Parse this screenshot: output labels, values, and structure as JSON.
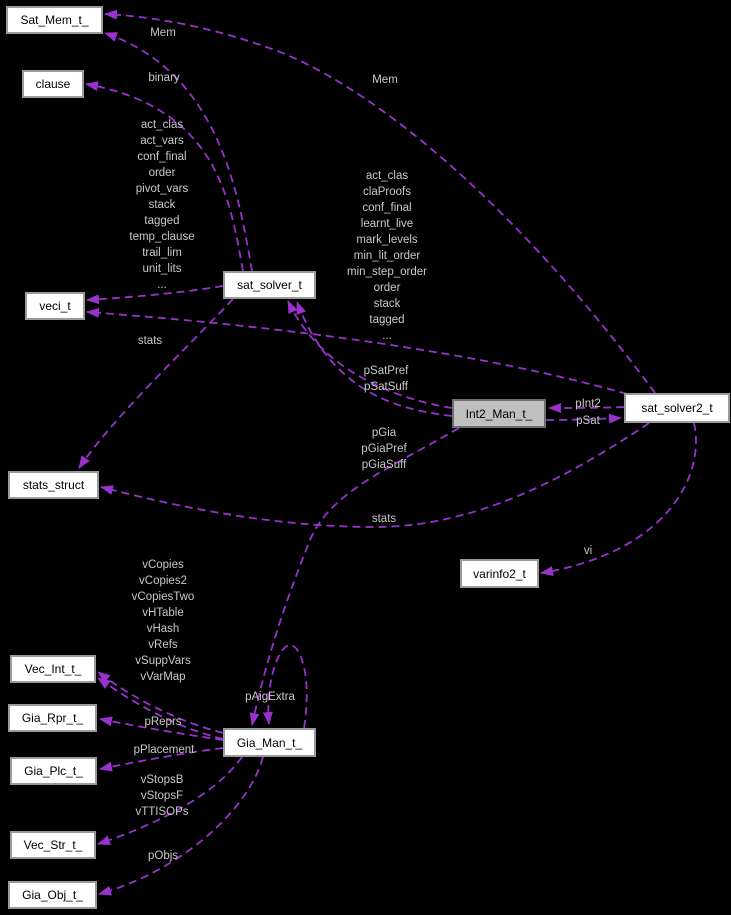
{
  "diagram": {
    "nodes": {
      "sat_mem": {
        "label": "Sat_Mem_t_"
      },
      "clause": {
        "label": "clause"
      },
      "veci": {
        "label": "veci_t"
      },
      "sat_solver": {
        "label": "sat_solver_t"
      },
      "stats_struct": {
        "label": "stats_struct"
      },
      "int2_man": {
        "label": "Int2_Man_t_"
      },
      "sat_solver2": {
        "label": "sat_solver2_t"
      },
      "varinfo2": {
        "label": "varinfo2_t"
      },
      "vec_int": {
        "label": "Vec_Int_t_"
      },
      "gia_rpr": {
        "label": "Gia_Rpr_t_"
      },
      "gia_plc": {
        "label": "Gia_Plc_t_"
      },
      "gia_man": {
        "label": "Gia_Man_t_"
      },
      "vec_str": {
        "label": "Vec_Str_t_"
      },
      "gia_obj": {
        "label": "Gia_Obj_t_"
      }
    },
    "edge_labels": {
      "mem_solver1": {
        "text": "Mem"
      },
      "binary": {
        "text": "binary"
      },
      "solver1_veci": {
        "text": "act_clas\nact_vars\nconf_final\norder\npivot_vars\nstack\ntagged\ntemp_clause\ntrail_lim\nunit_lits\n..."
      },
      "mem_solver2": {
        "text": "Mem"
      },
      "solver2_veci": {
        "text": "act_clas\nclaProofs\nconf_final\nlearnt_live\nmark_levels\nmin_lit_order\nmin_step_order\norder\nstack\ntagged\n..."
      },
      "stats_solver1": {
        "text": "stats"
      },
      "stats_solver2": {
        "text": "stats"
      },
      "psatprefsuff": {
        "text": "pSatPref\npSatSuff"
      },
      "pint2": {
        "text": "pInt2"
      },
      "psat": {
        "text": "pSat"
      },
      "pgia": {
        "text": "pGia\npGiaPref\npGiaSuff"
      },
      "vi": {
        "text": "vi"
      },
      "vcopies": {
        "text": "vCopies\nvCopies2\nvCopiesTwo\nvHTable\nvHash\nvRefs\nvSuppVars\nvVarMap"
      },
      "paigextra": {
        "text": "pAigExtra"
      },
      "preprs": {
        "text": "pReprs"
      },
      "pplacement": {
        "text": "pPlacement"
      },
      "vstops": {
        "text": "vStopsB\nvStopsF\nvTTISOPs"
      },
      "pobjs": {
        "text": "pObjs"
      }
    },
    "colors": {
      "background": "#000000",
      "edge": "#9932cc",
      "edge_label_text": "#c9c9c9",
      "box_fill": "#ffffff",
      "box_border": "#9a9a9a",
      "box_text": "#000000",
      "main_box_fill": "#bfbfbf",
      "main_box_border": "#6e6e6e"
    }
  }
}
